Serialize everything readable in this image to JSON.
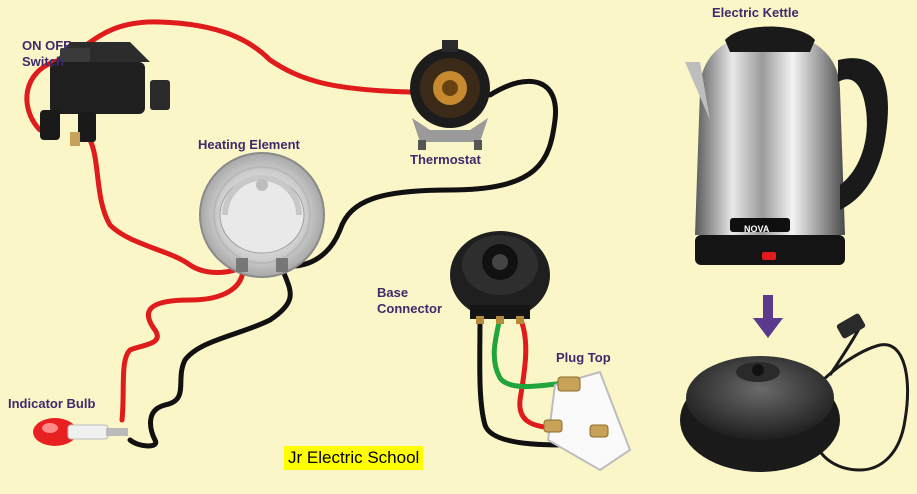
{
  "labels": {
    "on_off_switch_line1": "ON OFF",
    "on_off_switch_line2": "Switch",
    "heating_element": "Heating Element",
    "thermostat": "Thermostat",
    "base_connector_line1": "Base",
    "base_connector_line2": "Connector",
    "plug_top": "Plug Top",
    "indicator_bulb": "Indicator Bulb",
    "electric_kettle": "Electric Kettle",
    "brand": "NOVA"
  },
  "watermark": "Jr Electric School",
  "colors": {
    "background": "#fbf6c8",
    "live_wire": "#e01b1b",
    "neutral_wire": "#111111",
    "earth_wire": "#1fa53a",
    "label_text": "#3d2b6b",
    "arrow": "#5b3a8e",
    "watermark_bg": "#ffff00"
  }
}
